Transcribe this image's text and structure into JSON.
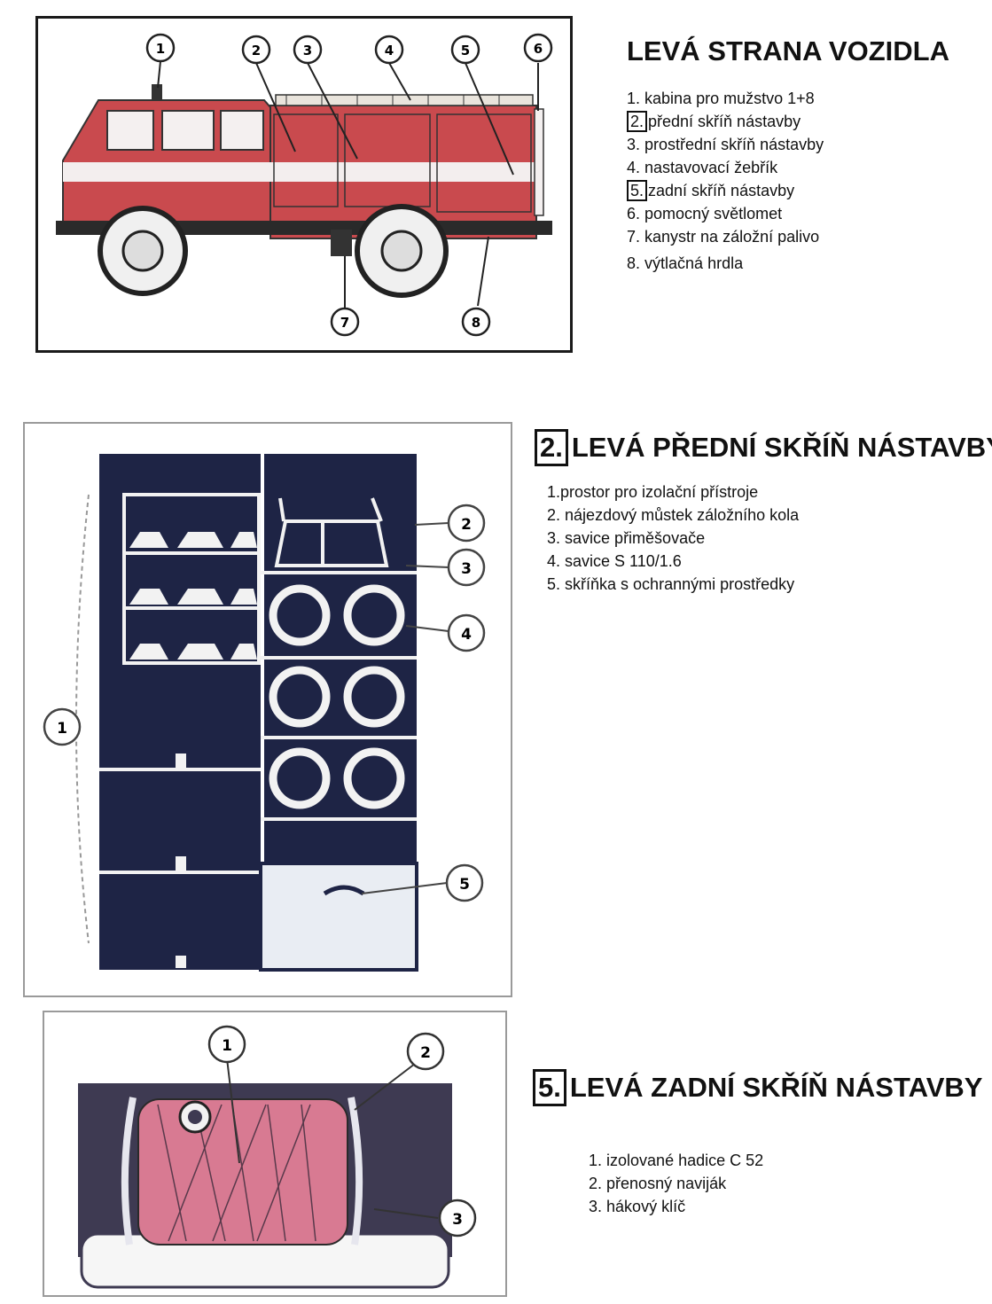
{
  "sections": [
    {
      "number": "",
      "title": "LEVÁ STRANA VOZIDLA",
      "callouts": [
        "1",
        "2",
        "3",
        "4",
        "5",
        "6",
        "7",
        "8"
      ],
      "items": [
        {
          "num": "1.",
          "text": "kabina pro mužstvo  1+8",
          "boxed": false
        },
        {
          "num": "2.",
          "text": "přední skříň nástavby",
          "boxed": true
        },
        {
          "num": "3.",
          "text": "prostřední skříň nástavby",
          "boxed": false
        },
        {
          "num": "4.",
          "text": "nastavovací žebřík",
          "boxed": false
        },
        {
          "num": "5.",
          "text": "zadní skříň nástavby",
          "boxed": true
        },
        {
          "num": "6.",
          "text": "pomocný světlomet",
          "boxed": false
        },
        {
          "num": "7.",
          "text": "kanystr na záložní palivo",
          "boxed": false
        },
        {
          "num": "8.",
          "text": "výtlačná hrdla",
          "boxed": false
        }
      ]
    },
    {
      "number": "2.",
      "title": "LEVÁ PŘEDNÍ SKŘÍŇ NÁSTAVBY",
      "callouts": [
        "1",
        "2",
        "3",
        "4",
        "5"
      ],
      "items": [
        {
          "num": "1.",
          "text": "prostor pro izolační přístroje",
          "boxed": false
        },
        {
          "num": "2.",
          "text": "nájezdový můstek záložního kola",
          "boxed": false
        },
        {
          "num": "3.",
          "text": "savice přiměšovače",
          "boxed": false
        },
        {
          "num": "4.",
          "text": "savice S 110/1.6",
          "boxed": false
        },
        {
          "num": "5.",
          "text": "skříňka s ochrannými prostředky",
          "boxed": false
        }
      ]
    },
    {
      "number": "5.",
      "title": "LEVÁ ZADNÍ SKŘÍŇ NÁSTAVBY",
      "callouts": [
        "1",
        "2",
        "3"
      ],
      "items": [
        {
          "num": "1.",
          "text": "izolované hadice C 52",
          "boxed": false
        },
        {
          "num": "2.",
          "text": "přenosný naviják",
          "boxed": false
        },
        {
          "num": "3.",
          "text": "hákový klíč",
          "boxed": false
        }
      ]
    }
  ],
  "colors": {
    "truck_red": "#c94a4e",
    "stripe": "#f3eeee",
    "compartment_dark": "#1e2445",
    "hose_pink": "#d87a92",
    "rear_bg": "#3e3a52"
  }
}
